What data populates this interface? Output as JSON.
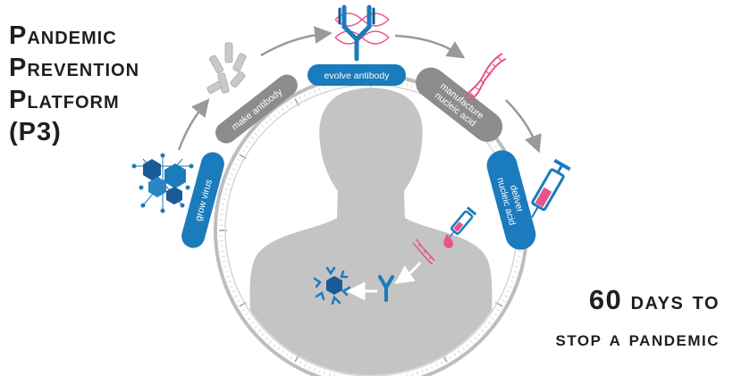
{
  "title": {
    "line1": "Pandemic",
    "line2": "Prevention",
    "line3": "Platform",
    "line4": "(P3)"
  },
  "tagline": {
    "number": "60",
    "line1_rest": "days to",
    "line2": "stop a pandemic"
  },
  "steps": [
    {
      "id": "grow-virus",
      "lines": [
        "grow virus"
      ],
      "color": "#1a7bbd"
    },
    {
      "id": "make-antibody",
      "lines": [
        "make antibody"
      ],
      "color": "#8c8c8c"
    },
    {
      "id": "evolve-antibody",
      "lines": [
        "evolve antibody"
      ],
      "color": "#1a7bbd"
    },
    {
      "id": "manufacture-nucleic-acid",
      "lines": [
        "manufacture",
        "nucleic acid"
      ],
      "color": "#8c8c8c"
    },
    {
      "id": "deliver-nucleic-acid",
      "lines": [
        "deliver",
        "nucleic acid"
      ],
      "color": "#1a7bbd"
    }
  ],
  "colors": {
    "blue": "#1a7bbd",
    "gray": "#8c8c8c",
    "pink": "#e8548c",
    "silhouette": "#c4c4c4",
    "ring": "#bdbdbd",
    "arrow": "#9a9a9a"
  },
  "icons": [
    "virus-cluster-icon",
    "antibody-fragments-icon",
    "antibody-dna-icon",
    "dna-helix-icon",
    "syringe-icon",
    "small-syringe-icon",
    "blood-drop-icon",
    "small-dna-icon",
    "small-antibody-icon",
    "neutralized-virus-icon"
  ]
}
